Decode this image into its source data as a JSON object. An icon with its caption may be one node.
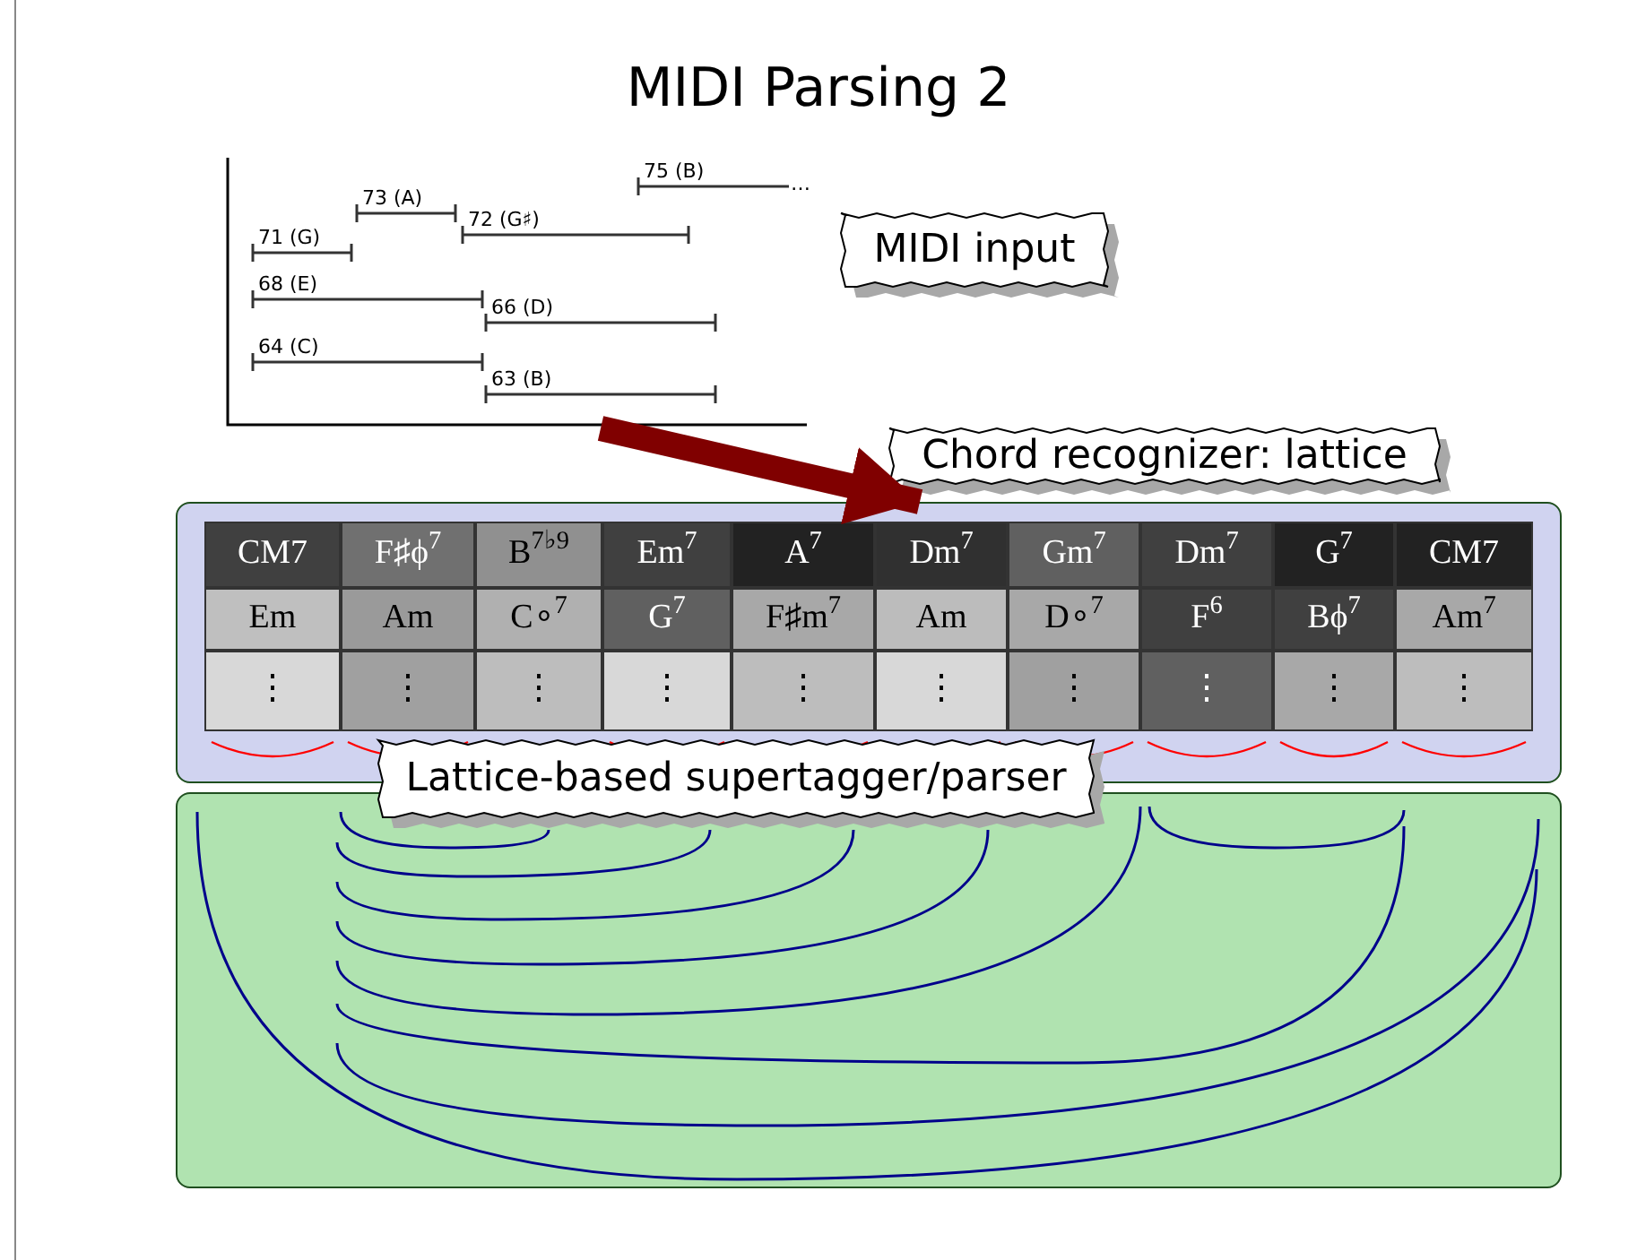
{
  "diagram": {
    "title": "MIDI Parsing 2",
    "nodes": [
      {
        "text": [],
        "shape": "picture"
      },
      {
        "text": [
          "MIDI input"
        ]
      },
      {
        "text": [
          "Chord recognizer: lattice"
        ]
      },
      {
        "text": [],
        "shape": "box"
      },
      {
        "text": [
          "Lattice-based supertagger/parser"
        ]
      },
      {
        "text": [],
        "shape": "box"
      }
    ],
    "edges": [
      {
        "from": 0,
        "to": 3,
        "arrow": "to"
      }
    ],
    "labels": [
      "75 (B)",
      "…",
      "73 (A)",
      "72 (G♯)",
      "71 (G)",
      "68 (E)",
      "66 (D)",
      "64 (C)",
      "63 (B)",
      "CM7",
      "F♯ϕ$^{7}$",
      "B$^{7♭9}$",
      "Em$^{7}$",
      "A$^{7}$",
      "Dm$^{7}$",
      "Gm$^{7}$",
      "Dm$^{7}$",
      "G$^{7}$",
      "CM7",
      "Em",
      "Am",
      "C∘$^{7}$",
      "G$^{7}$",
      "F♯m$^{7}$",
      "Am",
      "D∘$^{7}$",
      "F$^{6}$",
      "Bϕ$^{7}$",
      "Am$^{7}$",
      "⋮",
      "⋮",
      "⋮",
      "⋮",
      "⋮",
      "⋮",
      "⋮",
      "⋮",
      "⋮",
      "⋮"
    ]
  }
}
